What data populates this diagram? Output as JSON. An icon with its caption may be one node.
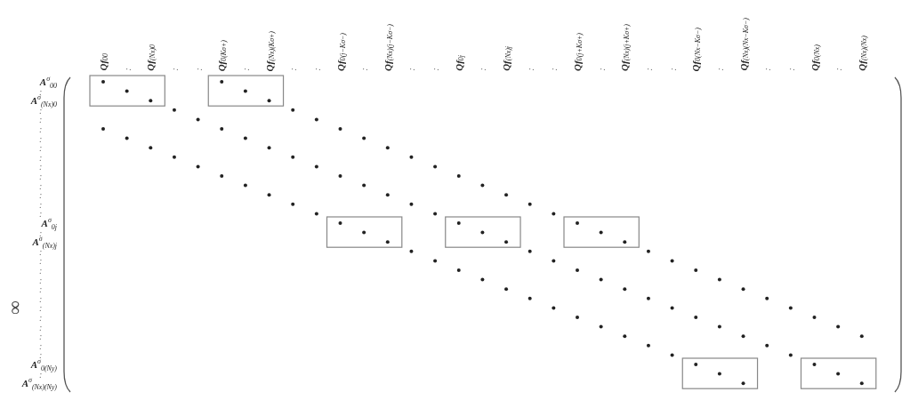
{
  "diagram": {
    "labels": [
      "**Qf**$_{00}$",
      ":",
      "**Qf**$_{(Nx)0}$",
      ":",
      ":",
      "**Qf**$_{0(Kσ+)}$",
      ":",
      "**Qf**$_{(Nx)(Kσ+)}$",
      ":",
      ":",
      "**Qf**$_{0(j−Kσ−)}$",
      ":",
      "**Qf**$_{(Nx)(j−Kσ−)}$",
      ":",
      ":",
      "**Qf**$_{0j}$",
      ":",
      "**Qf**$_{(Nx)j}$",
      ":",
      ":",
      "**Qf**$_{0(j+Kσ+)}$",
      ":",
      "**Qf**$_{(Nx)(j+Kσ+)}$",
      ":",
      ":",
      "**Qf**$_{0(Nx−Kσ−)}$",
      ":",
      "**Qf**$_{(Nx)(Nx−Kσ−)}$",
      ":",
      ":",
      "**Qf**$_{0(Nx)}$",
      ":",
      "**Qf**$_{(Nx)(Nx)}$",
      "**A**$^{σ}$$_{00}$",
      ":",
      "**A**$^{σ}$$_{(Nx)0}$",
      ":",
      ":",
      ":",
      ":",
      ":",
      ":",
      ":",
      ":",
      ":",
      ":",
      ":",
      ":",
      "**A**$^{σ}$$_{0j}$",
      ":",
      "**A**$^{σ}$$_{(Nx)j}$",
      ":",
      ":",
      ":",
      ":",
      ":",
      ":",
      "∞",
      ":",
      ":",
      ":",
      ":",
      ":",
      ":",
      "**A**$^{σ}$$_{0(Ny)}$",
      ":",
      "**A**$^{σ}$$_{(Nx)(Ny)}$"
    ]
  }
}
